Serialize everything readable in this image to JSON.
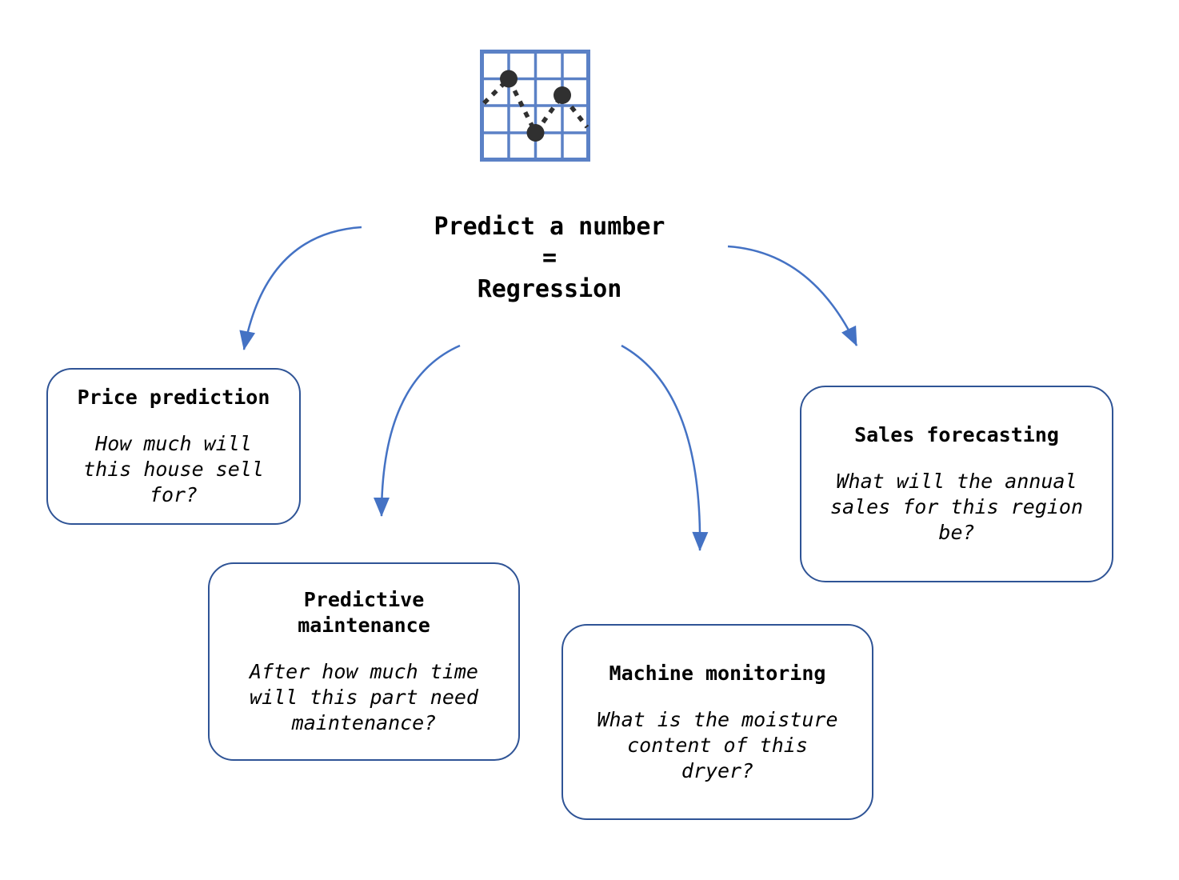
{
  "diagram": {
    "icon": {
      "name": "line-chart-grid-icon"
    },
    "center": {
      "title": "Predict a number\n=\nRegression"
    },
    "boxes": [
      {
        "id": "price-prediction",
        "heading": "Price prediction",
        "question": "How much will\nthis house sell\nfor?"
      },
      {
        "id": "predictive-maintenance",
        "heading": "Predictive\nmaintenance",
        "question": "After how much time\nwill this part need\nmaintenance?"
      },
      {
        "id": "machine-monitoring",
        "heading": "Machine monitoring",
        "question": "What is the moisture\ncontent of this\ndryer?"
      },
      {
        "id": "sales-forecasting",
        "heading": "Sales forecasting",
        "question": "What will the annual\nsales for this region\nbe?"
      }
    ],
    "colors": {
      "arrow": "#4472C4",
      "box_border": "#2F5496",
      "icon_grid": "#5B81C6",
      "icon_marker": "#303030",
      "text": "#000000"
    }
  }
}
